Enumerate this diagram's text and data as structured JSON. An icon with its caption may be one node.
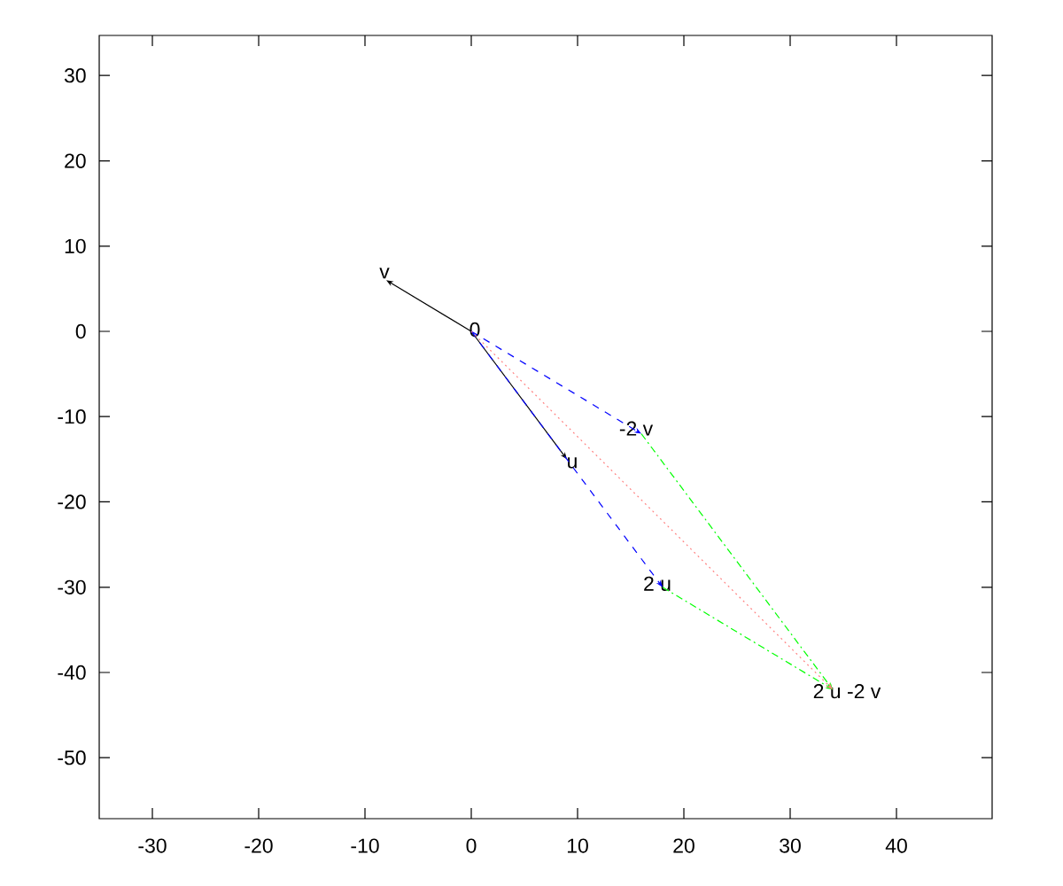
{
  "diagram": {
    "nodes": [
      {
        "text": [
          "0"
        ]
      },
      {
        "text": [
          "v"
        ]
      },
      {
        "text": [
          "u"
        ]
      },
      {
        "text": [
          "-2 v"
        ]
      },
      {
        "text": [
          "2 u"
        ]
      },
      {
        "text": [
          "2 u -2 v"
        ]
      }
    ],
    "edges": [
      {
        "from": 0,
        "to": 1,
        "arrow": "to"
      },
      {
        "from": 0,
        "to": 2,
        "arrow": "to"
      },
      {
        "from": 0,
        "to": 3,
        "arrow": "to",
        "style": "dashed",
        "color": "#0000ff"
      },
      {
        "from": 0,
        "to": 4,
        "arrow": "to",
        "style": "dashed",
        "color": "#0000ff"
      },
      {
        "from": 3,
        "to": 5,
        "arrow": "to",
        "style": "dashed",
        "color": "#00ff00"
      },
      {
        "from": 4,
        "to": 5,
        "arrow": "to",
        "style": "dashed",
        "color": "#00ff00"
      },
      {
        "from": 0,
        "to": 5,
        "arrow": "to",
        "style": "dashed",
        "color": "#ff8080"
      }
    ],
    "labels": [
      "30",
      "20",
      "10",
      "0",
      "-10",
      "-20",
      "-30",
      "-40",
      "-50",
      "-30",
      "-20",
      "-10",
      "0",
      "10",
      "20",
      "30",
      "40"
    ]
  }
}
